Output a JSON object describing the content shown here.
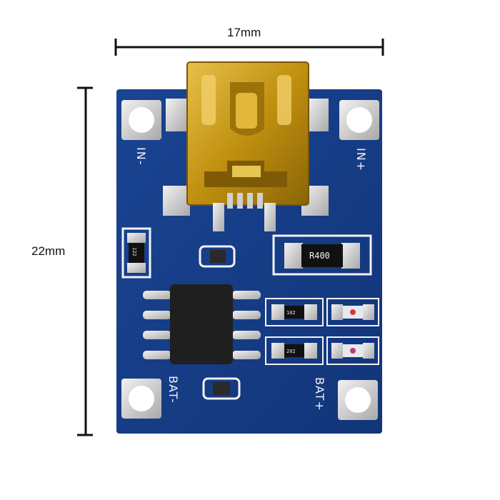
{
  "dimensions": {
    "width_label": "17mm",
    "height_label": "22mm"
  },
  "board": {
    "label_in_minus": "IN-",
    "label_in_plus": "IN+",
    "label_bat_minus": "BAT-",
    "label_bat_plus": "BAT+",
    "resistor_r400": "R400",
    "resistor_122": "122",
    "resistor_102": "102",
    "resistor_202": "202"
  },
  "colors": {
    "pcb": "#163d86",
    "copper_gold": "#c99a17",
    "pad_silver": "#d6d6d6",
    "silkscreen": "#f2f2f2",
    "chip": "#1b1b1b"
  }
}
